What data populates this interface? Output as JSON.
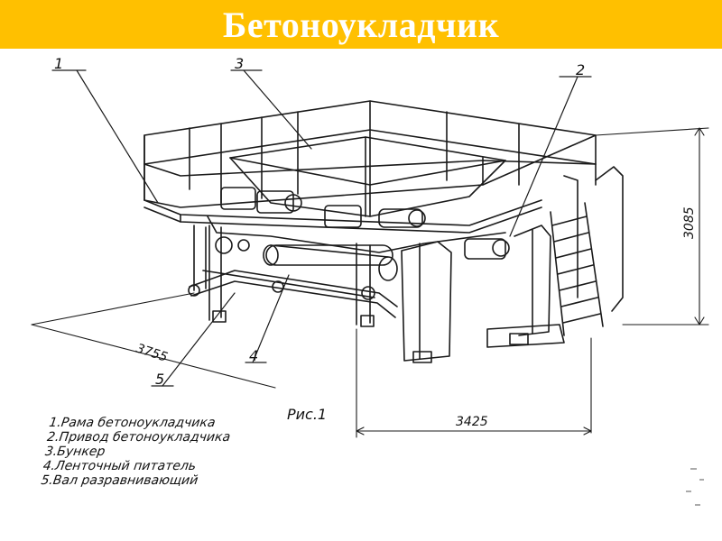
{
  "header": {
    "title": "Бетоноукладчик",
    "background": "#ffc000",
    "text_color": "#ffffff"
  },
  "drawing": {
    "callouts": [
      "1",
      "2",
      "3",
      "4",
      "5"
    ],
    "dimensions": {
      "height": "3085",
      "width": "3425",
      "depth": "3755"
    },
    "figure_caption": "Рис.1",
    "legend": [
      "1.Рама бетоноукладчика",
      "2.Привод бетоноукладчика",
      "3.Бункер",
      "4.Ленточный питатель",
      "5.Вал разравнивающий"
    ]
  }
}
